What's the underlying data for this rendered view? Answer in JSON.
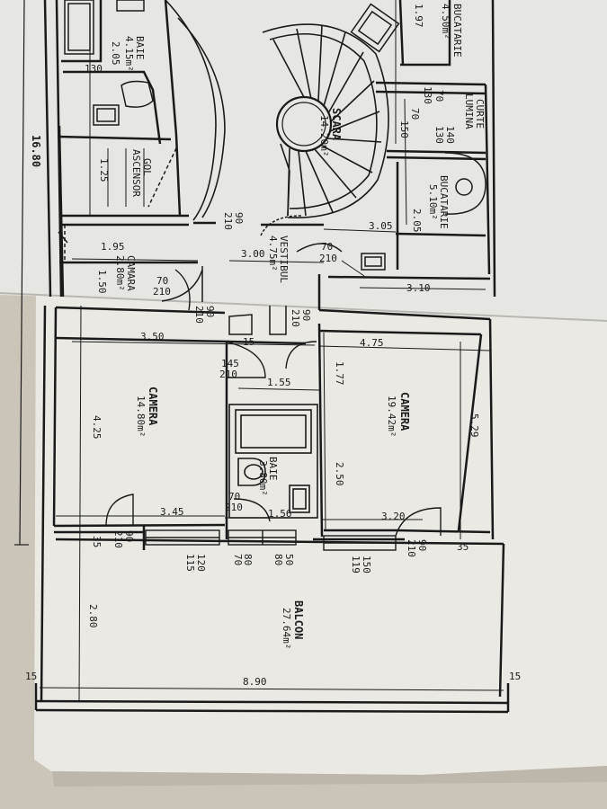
{
  "plan": {
    "overall_dim": "16.80",
    "rooms": [
      {
        "id": "bucatarie_top",
        "name": "BUCATARIE",
        "area": "4.50m²"
      },
      {
        "id": "baie_top",
        "name": "BAIE",
        "area": "4.15m²"
      },
      {
        "id": "scara",
        "name": "SCARA",
        "area": "14.20m²"
      },
      {
        "id": "curte",
        "name": "CURTE",
        "area": "LUMINA"
      },
      {
        "id": "bucatarie",
        "name": "BUCATARIE",
        "area": "5.10m²"
      },
      {
        "id": "gol",
        "name": "GOL",
        "area": "ASCENSOR"
      },
      {
        "id": "vestibul",
        "name": "VESTIBUL",
        "area": "4.75m²"
      },
      {
        "id": "camara",
        "name": "CAMARA",
        "area": "2.80m²"
      },
      {
        "id": "camera_left",
        "name": "CAMERA",
        "area": "14.80m²"
      },
      {
        "id": "camera_right",
        "name": "CAMERA",
        "area": "19.42m²"
      },
      {
        "id": "baie",
        "name": "BAIE",
        "area": "3.80m²"
      },
      {
        "id": "balcon",
        "name": "BALCON",
        "area": "27.64m²"
      }
    ],
    "dims": {
      "d_1_97": "1.97",
      "d_1_30": "130",
      "d_2_05a": "2.05",
      "d_0_70a": "70",
      "d_1_30b": "130",
      "d_0_70b": "70",
      "d_1_50": "150",
      "d_1_40": "140",
      "d_1_30c": "130",
      "d_1_25": "1.25",
      "d_2_05b": "2.05",
      "d_3_05": "3.05",
      "d_0_90a": "90",
      "d_2_10a": "210",
      "d_3_00": "3.00",
      "d_0_70c": "70",
      "d_2_10b": "210",
      "d_1_95": "1.95",
      "d_1_50b": "1.50",
      "d_0_70d": "70",
      "d_2_10c": "210",
      "d_3_10": "3.10",
      "d_0_90b": "90",
      "d_2_10d": "210",
      "d_0_90c": "90",
      "d_2_10e": "210",
      "d_3_50": "3.50",
      "d_4_75": "4.75",
      "d_15a": "15",
      "d_1_45": "145",
      "d_2_10f": "210",
      "d_1_55": "1.55",
      "d_1_77": "1.77",
      "d_4_25": "4.25",
      "d_5_29": "5.29",
      "d_2_50": "2.50",
      "d_0_70e": "70",
      "d_2_10g": "210",
      "d_3_45": "3.45",
      "d_1_56": "1.56",
      "d_3_20": "3.20",
      "d_0_90d": "90",
      "d_2_10h": "210",
      "d_0_90e": "90",
      "d_2_10i": "210",
      "d_35a": "35",
      "d_1_20": "120",
      "d_1_15": "115",
      "d_0_80a": "80",
      "d_0_70f": "70",
      "d_0_50a": "50",
      "d_0_80b": "80",
      "d_1_50c": "150",
      "d_1_19": "119",
      "d_35b": "35",
      "d_2_80": "2.80",
      "d_8_90": "8.90",
      "d_15b": "15",
      "d_15c": "15"
    }
  }
}
